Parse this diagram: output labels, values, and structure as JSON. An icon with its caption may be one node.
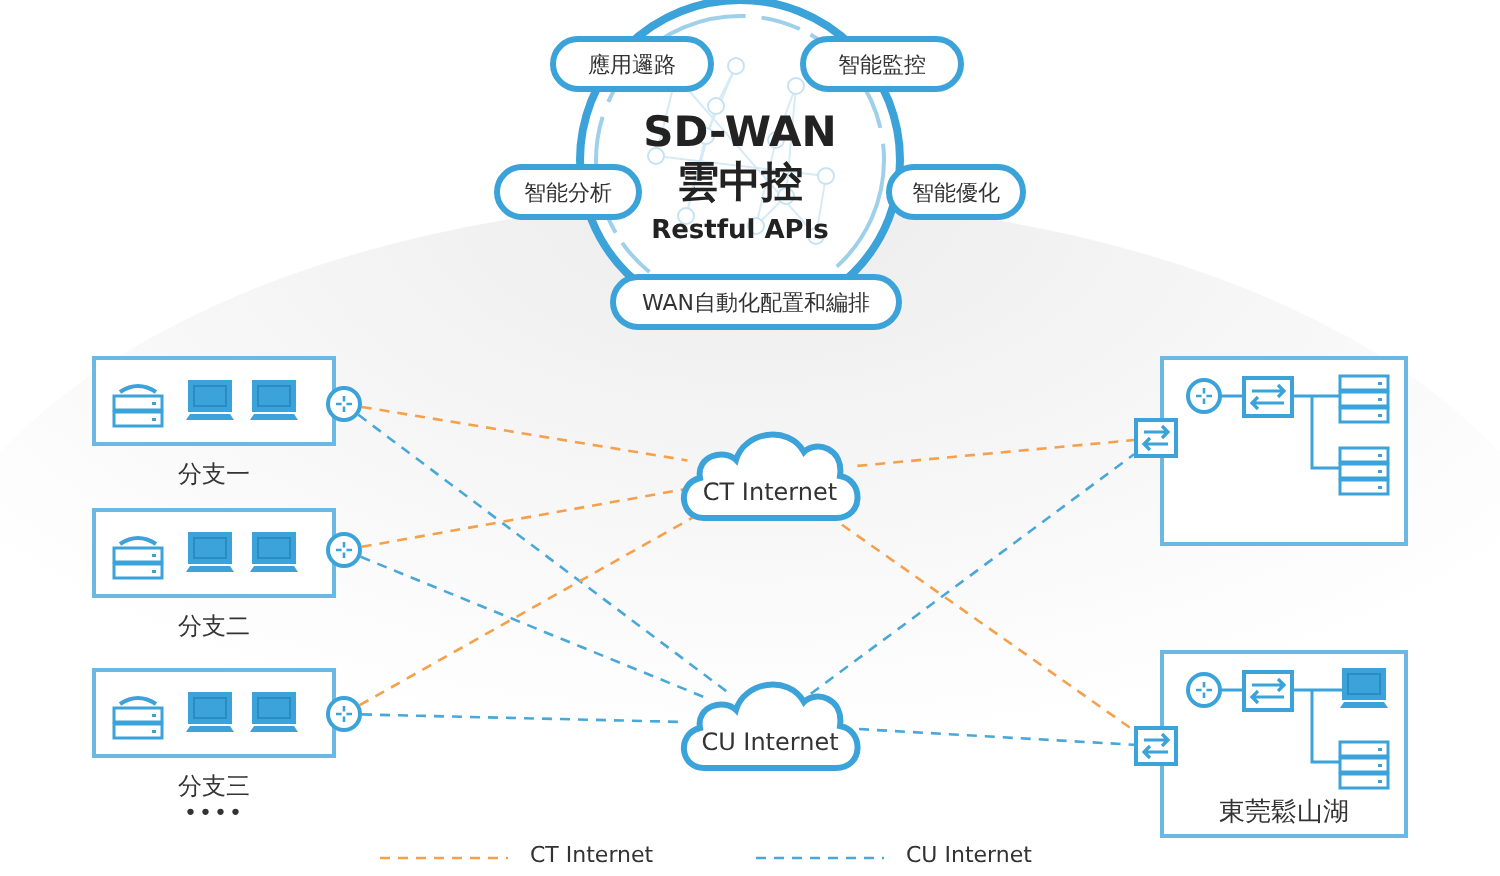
{
  "diagram": {
    "nodes": [
      {
        "text": [
          "SD-WAN 雲中控",
          "Restful APIs"
        ]
      },
      {
        "text": [
          "應用邏路"
        ]
      },
      {
        "text": [
          "智能監控"
        ]
      },
      {
        "text": [
          "智能分析"
        ]
      },
      {
        "text": [
          "智能優化"
        ]
      },
      {
        "text": [
          "WAN自動化配置和編排"
        ]
      },
      {
        "text": [
          "分支一"
        ]
      },
      {
        "text": [],
        "shape": "circle"
      },
      {
        "text": [
          "分支二"
        ]
      },
      {
        "text": [],
        "shape": "circle"
      },
      {
        "text": [
          "分支三"
        ]
      },
      {
        "text": [],
        "shape": "circle"
      },
      {
        "text": [
          "CT Internet"
        ]
      },
      {
        "text": [
          "CU Internet"
        ]
      },
      {
        "text": [],
        "shape": "box"
      },
      {
        "text": [],
        "shape": "picture"
      },
      {
        "text": [
          "東莞鬆山湖"
        ]
      },
      {
        "text": [],
        "shape": "picture"
      }
    ],
    "edges": [
      {
        "from": 7,
        "to": 12,
        "arrow": "none",
        "style": "dashed",
        "color": "#f5a04a"
      },
      {
        "from": 7,
        "to": 13,
        "arrow": "none",
        "style": "dashed",
        "color": "#4aa8d8"
      },
      {
        "from": 9,
        "to": 12,
        "arrow": "none",
        "style": "dashed",
        "color": "#f5a04a"
      },
      {
        "from": 9,
        "to": 13,
        "arrow": "none",
        "style": "dashed",
        "color": "#4aa8d8"
      },
      {
        "from": 11,
        "to": 12,
        "arrow": "none",
        "style": "dashed",
        "color": "#f5a04a"
      },
      {
        "from": 11,
        "to": 13,
        "arrow": "none",
        "style": "dashed",
        "color": "#4aa8d8"
      },
      {
        "from": 12,
        "to": 15,
        "arrow": "none",
        "style": "dashed",
        "color": "#f5a04a"
      },
      {
        "from": 13,
        "to": 15,
        "arrow": "none",
        "style": "dashed",
        "color": "#4aa8d8"
      },
      {
        "from": 12,
        "to": 17,
        "arrow": "none",
        "style": "dashed",
        "color": "#f5a04a"
      },
      {
        "from": 13,
        "to": 17,
        "arrow": "none",
        "style": "dashed",
        "color": "#4aa8d8"
      }
    ],
    "labels": [
      "••••"
    ],
    "legend": [
      {
        "text": "CT Internet",
        "color": "#f5a04a"
      },
      {
        "text": "CU Internet",
        "color": "#4aa8d8"
      }
    ]
  }
}
